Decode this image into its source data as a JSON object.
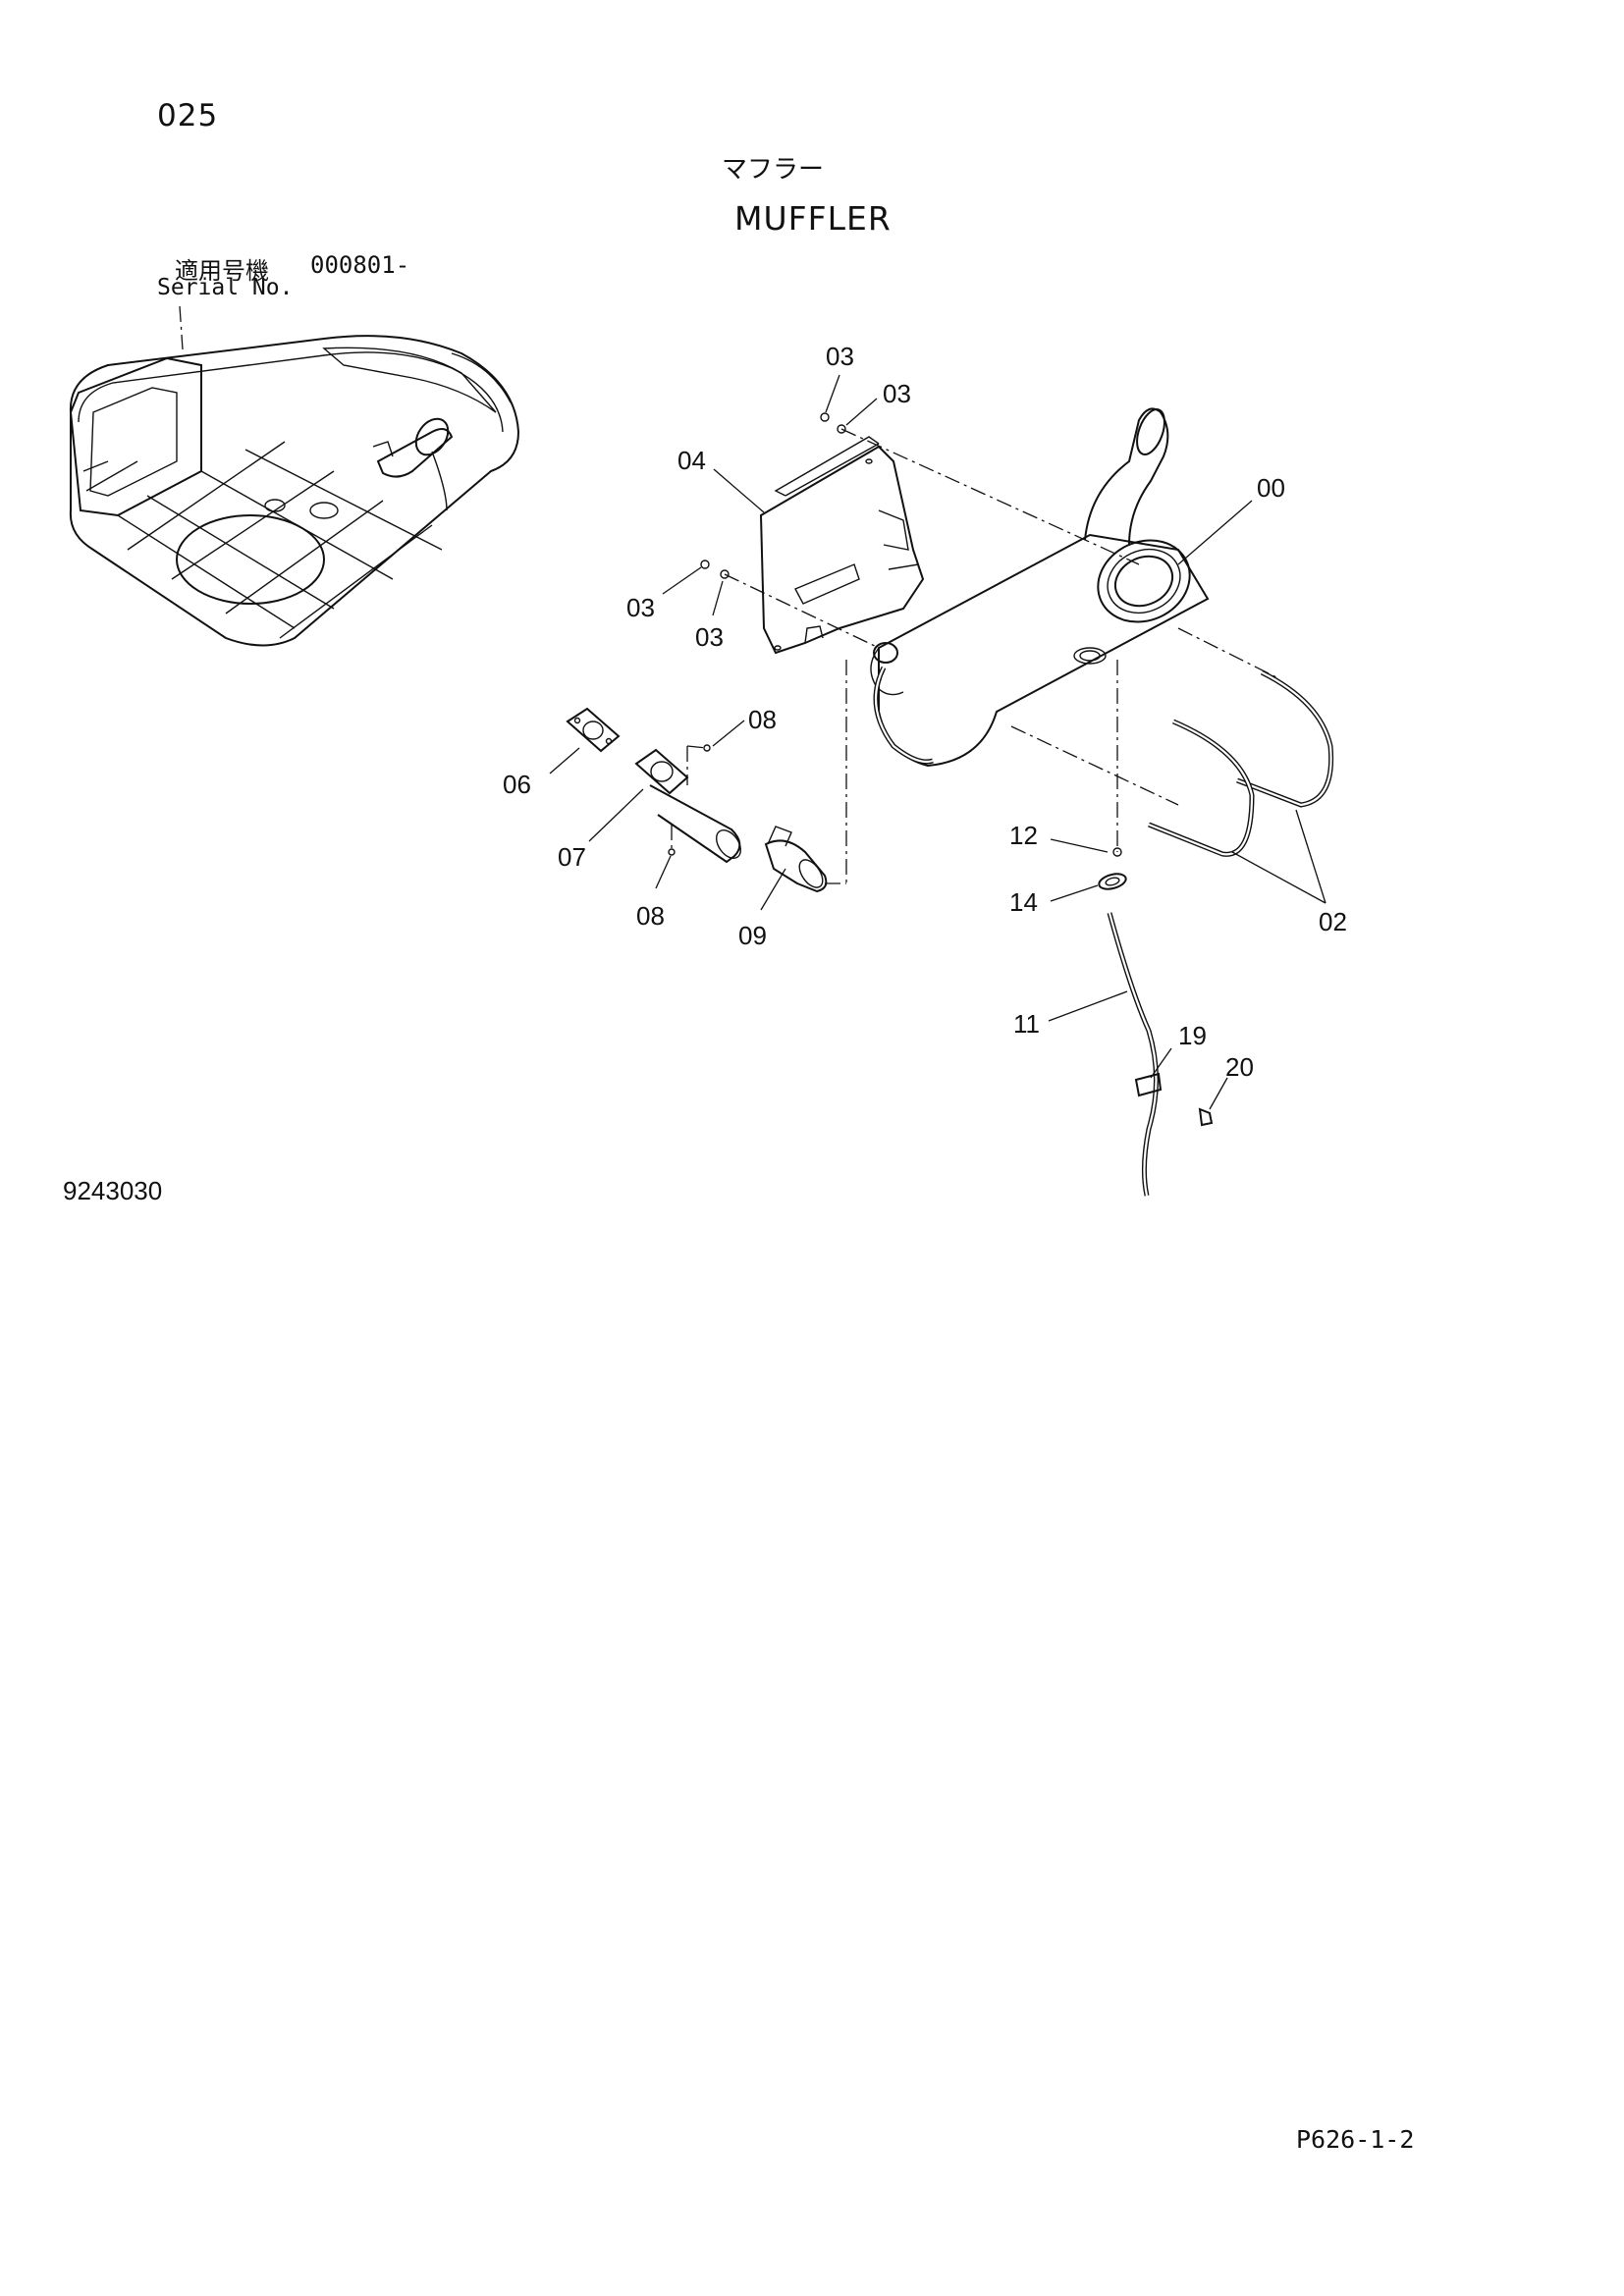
{
  "header": {
    "page_number": "025",
    "title_jp": "マフラー",
    "title_en": "MUFFLER",
    "serial_jp": "適用号機",
    "serial_range": "000801-",
    "serial_en": "Serial No."
  },
  "figure_code": "9243030",
  "page_code": "P626-1-2",
  "callouts": [
    {
      "id": "c03a",
      "label": "03"
    },
    {
      "id": "c03b",
      "label": "03"
    },
    {
      "id": "c04",
      "label": "04"
    },
    {
      "id": "c00",
      "label": "00"
    },
    {
      "id": "c03c",
      "label": "03"
    },
    {
      "id": "c03d",
      "label": "03"
    },
    {
      "id": "c08a",
      "label": "08"
    },
    {
      "id": "c06",
      "label": "06"
    },
    {
      "id": "c07",
      "label": "07"
    },
    {
      "id": "c08b",
      "label": "08"
    },
    {
      "id": "c09",
      "label": "09"
    },
    {
      "id": "c12",
      "label": "12"
    },
    {
      "id": "c14",
      "label": "14"
    },
    {
      "id": "c02",
      "label": "02"
    },
    {
      "id": "c11",
      "label": "11"
    },
    {
      "id": "c19",
      "label": "19"
    },
    {
      "id": "c20",
      "label": "20"
    }
  ]
}
